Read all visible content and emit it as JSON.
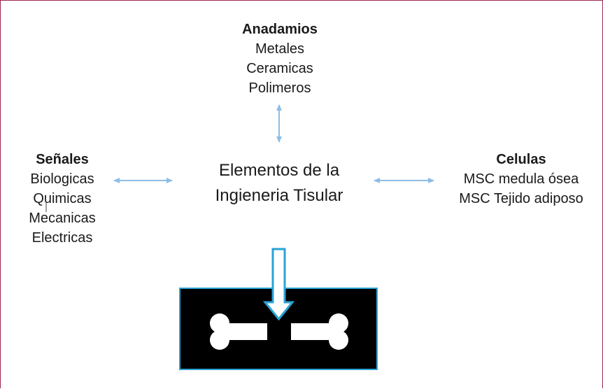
{
  "center_title": {
    "line1": "Elementos de la",
    "line2": "Ingieneria Tisular"
  },
  "anadamios": {
    "title": "Anadamios",
    "items": [
      "Metales",
      "Ceramicas",
      "Polimeros"
    ]
  },
  "senales": {
    "title": "Señales",
    "items": [
      "Biologicas",
      "Quimicas",
      "Mecanicas",
      "Electricas"
    ]
  },
  "celulas": {
    "title": "Celulas",
    "items": [
      "MSC medula ósea",
      "MSC Tejido adiposo"
    ]
  },
  "colors": {
    "arrow": "#8dbde6",
    "down_arrow": "#2aa3d6",
    "frame": "#9e2a4a",
    "panel": "#000000"
  },
  "icons": [
    "double-arrow-icon",
    "down-arrow-icon",
    "bone-icon"
  ]
}
